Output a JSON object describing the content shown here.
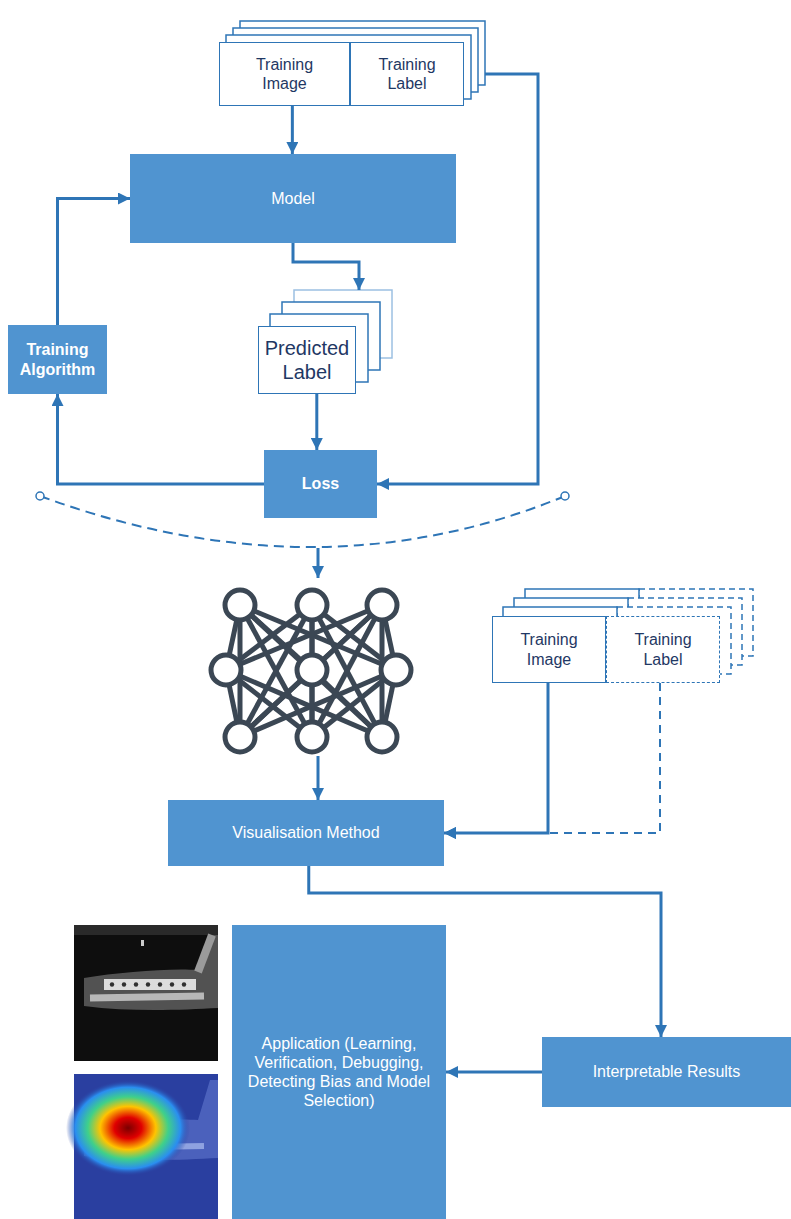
{
  "diagram": {
    "nodes": [
      {
        "text": [
          "Training Image"
        ]
      },
      {
        "text": [
          "Training Label"
        ]
      },
      {
        "text": [
          "Model"
        ]
      },
      {
        "text": [
          "Predicted Label"
        ]
      },
      {
        "text": [
          "Training Algorithm"
        ]
      },
      {
        "text": [
          "Loss"
        ]
      },
      {
        "text": [
          "Training Image"
        ]
      },
      {
        "text": [
          "Training Label"
        ]
      },
      {
        "text": [
          "Visualisation Method"
        ]
      },
      {
        "text": [
          "Application (Learning, Verification, Debugging, Detecting Bias and Model Selection)"
        ]
      },
      {
        "text": [
          "Interpretable Results"
        ]
      }
    ],
    "edges": [
      {
        "from": 0,
        "to": 2,
        "arrow": "to"
      },
      {
        "from": 2,
        "to": 3,
        "arrow": "to"
      },
      {
        "from": 3,
        "to": 5,
        "arrow": "to"
      },
      {
        "from": 1,
        "to": 5,
        "arrow": "to"
      },
      {
        "from": 5,
        "to": 4,
        "arrow": "to"
      },
      {
        "from": 4,
        "to": 2,
        "arrow": "to"
      },
      {
        "from": 6,
        "to": 8,
        "arrow": "to"
      },
      {
        "from": 7,
        "to": 8,
        "arrow": "to"
      },
      {
        "from": 8,
        "to": 10,
        "arrow": "to"
      },
      {
        "from": 10,
        "to": 9,
        "arrow": "to"
      }
    ]
  }
}
